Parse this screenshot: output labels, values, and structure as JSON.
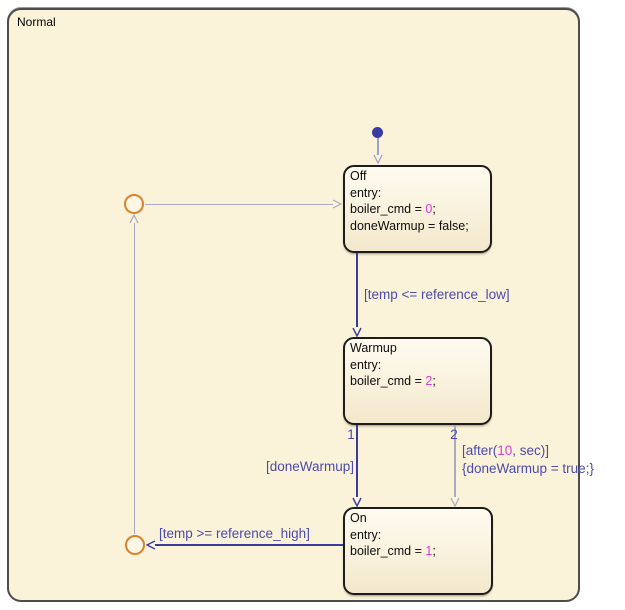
{
  "chart": {
    "title": "Normal"
  },
  "states": {
    "off": {
      "name": "Off",
      "entry_label": "entry:",
      "stmt1_pre": "boiler_cmd = ",
      "stmt1_val": "0",
      "stmt1_post": ";",
      "stmt2": "doneWarmup = false;"
    },
    "warmup": {
      "name": "Warmup",
      "entry_label": "entry:",
      "stmt1_pre": "boiler_cmd = ",
      "stmt1_val": "2",
      "stmt1_post": ";"
    },
    "on": {
      "name": "On",
      "entry_label": "entry:",
      "stmt1_pre": "boiler_cmd = ",
      "stmt1_val": "1",
      "stmt1_post": ";"
    }
  },
  "transitions": {
    "off_to_warmup": {
      "label": "[temp <= reference_low]"
    },
    "warmup_to_on_1": {
      "number": "1",
      "label": "[doneWarmup]"
    },
    "warmup_to_on_2": {
      "number": "2",
      "cond_pre": "[after(",
      "cond_val": "10",
      "cond_post": ", sec)]",
      "action": "{doneWarmup = true;}"
    },
    "on_to_junction": {
      "label": "[temp >= reference_high]"
    }
  },
  "colors": {
    "chart_fill": "#FBF2DA",
    "chart_border": "#4D4D4D",
    "state_border": "#1C1C1C",
    "transition_dark_blue": "#3B3B9E",
    "transition_label_blue": "#4B4BAB",
    "transition_light": "#A9A9C4",
    "junction_orange": "#D9822B",
    "numeric_literal_magenta": "#DA3BD3"
  }
}
